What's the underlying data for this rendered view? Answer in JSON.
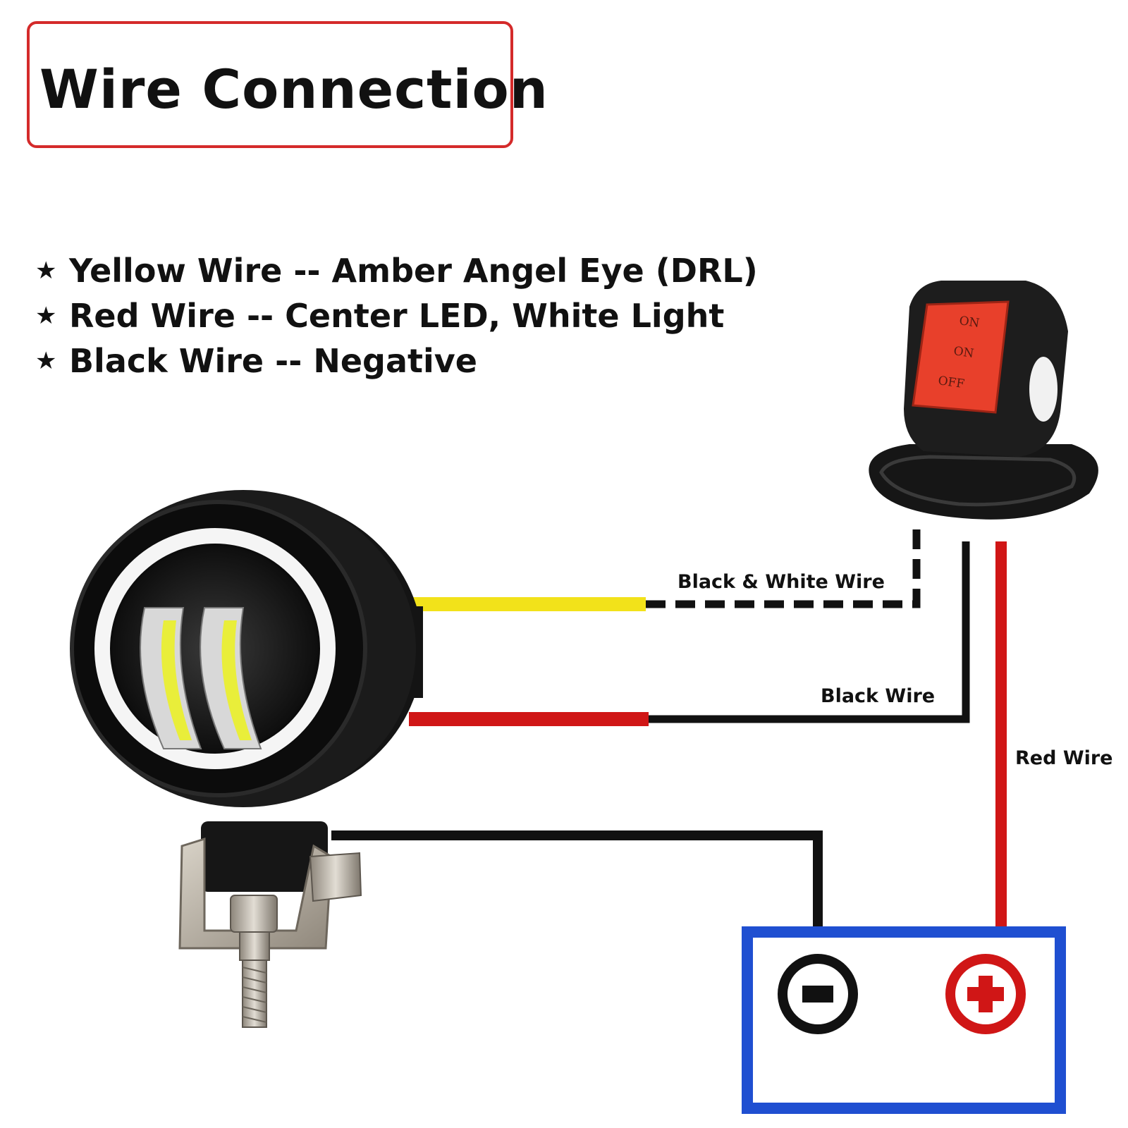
{
  "title": "Wire Connection",
  "legend": [
    {
      "bullet": "★",
      "text": "Yellow Wire -- Amber Angel Eye (DRL)"
    },
    {
      "bullet": "★",
      "text": "Red Wire -- Center LED, White Light"
    },
    {
      "bullet": "★",
      "text": "Black Wire -- Negative"
    }
  ],
  "wire_labels": {
    "black_white": "Black & White Wire",
    "black": "Black Wire",
    "red": "Red Wire"
  },
  "switch": {
    "positions": [
      "ON",
      "ON",
      "OFF"
    ]
  },
  "battery": {
    "negative_symbol": "minus-icon",
    "positive_symbol": "plus-icon"
  },
  "colors": {
    "title_border": "#d42a2a",
    "yellow_wire": "#f2e21a",
    "red_wire": "#d01616",
    "black_wire": "#111111",
    "battery_border": "#1f4fd1",
    "switch_button": "#e8402b"
  }
}
